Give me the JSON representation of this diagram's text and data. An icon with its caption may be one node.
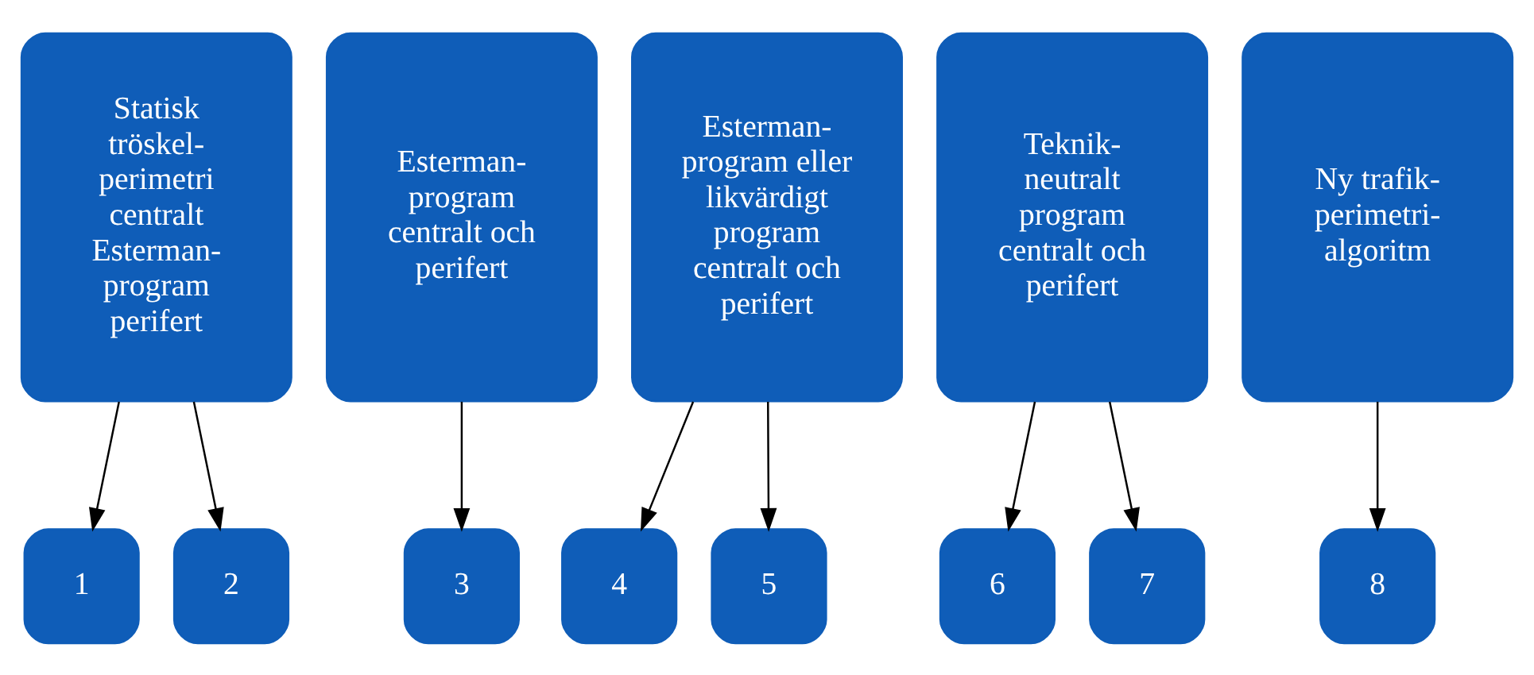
{
  "diagram": {
    "nodes": [
      {
        "text": [
          "Statisk tröskel- perimetri centralt Esterman- program perifert"
        ]
      },
      {
        "text": [
          "Esterman- program centralt och perifert"
        ]
      },
      {
        "text": [
          "Esterman- program eller likvärdigt program centralt och perifert"
        ]
      },
      {
        "text": [
          "Teknik- neutralt program centralt och perifert"
        ]
      },
      {
        "text": [
          "Ny trafik- perimetri- algoritm"
        ]
      },
      {
        "text": [
          "1"
        ]
      },
      {
        "text": [
          "2"
        ]
      },
      {
        "text": [
          "3"
        ]
      },
      {
        "text": [
          "4"
        ]
      },
      {
        "text": [
          "5"
        ]
      },
      {
        "text": [
          "6"
        ]
      },
      {
        "text": [
          "7"
        ]
      },
      {
        "text": [
          "8"
        ]
      }
    ],
    "edges": [
      {
        "from": 0,
        "to": 5,
        "arrow": "to"
      },
      {
        "from": 0,
        "to": 6,
        "arrow": "to"
      },
      {
        "from": 1,
        "to": 7,
        "arrow": "to"
      },
      {
        "from": 2,
        "to": 8,
        "arrow": "to"
      },
      {
        "from": 2,
        "to": 9,
        "arrow": "to"
      },
      {
        "from": 3,
        "to": 10,
        "arrow": "to"
      },
      {
        "from": 3,
        "to": 11,
        "arrow": "to"
      },
      {
        "from": 4,
        "to": 12,
        "arrow": "to"
      }
    ]
  }
}
